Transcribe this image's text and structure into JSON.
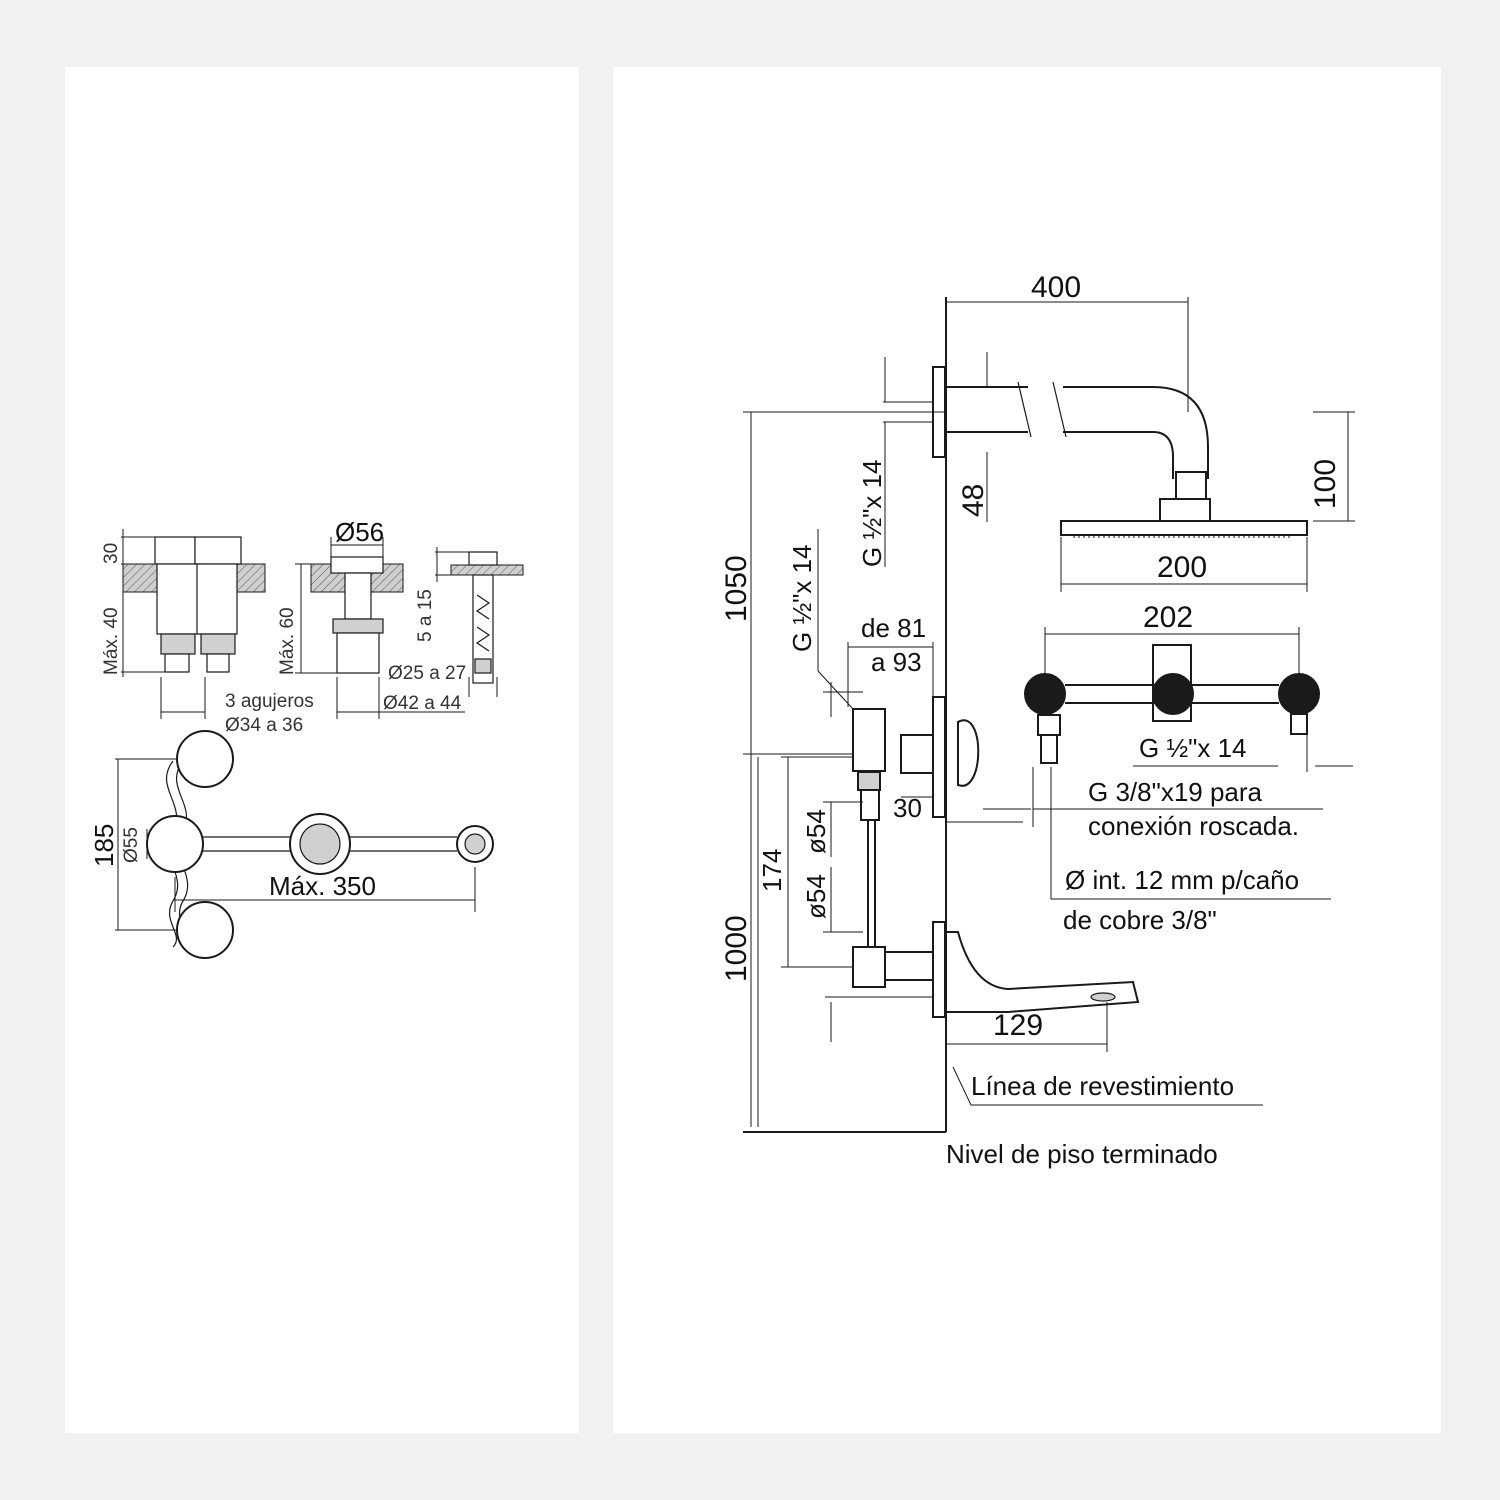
{
  "left_drawing": {
    "dim_30": "30",
    "dim_max40": "Máx. 40",
    "dim_d56": "Ø56",
    "dim_max60": "Máx. 60",
    "dim_5a15": "5 a 15",
    "dim_d25a27": "Ø25 a 27",
    "holes_label": "3 agujeros",
    "holes_diam": "Ø34 a 36",
    "dim_d42a44": "Ø42 a 44",
    "dim_185": "185",
    "dim_d55": "Ø55",
    "dim_max350": "Máx. 350"
  },
  "right_drawing": {
    "dim_400": "400",
    "dim_100": "100",
    "dim_200": "200",
    "dim_48": "48",
    "thread_top": "G ½\"x 14",
    "thread_side": "G ½\"x 14",
    "dim_1050": "1050",
    "dim_de81": "de 81",
    "dim_a93": "a 93",
    "dim_202": "202",
    "thread_right": "G ½\"x 14",
    "dim_30": "30",
    "dim_d54_top": "ø54",
    "dim_d54_bottom": "ø54",
    "dim_174": "174",
    "conn_line1": "G 3/8\"x19 para",
    "conn_line2": "conexión roscada.",
    "pipe_line1": "Ø int. 12 mm p/caño",
    "pipe_line2": "de cobre 3/8\"",
    "dim_1000": "1000",
    "dim_129": "129",
    "wall_line": "Línea de revestimiento",
    "floor_line": "Nivel de piso terminado"
  }
}
